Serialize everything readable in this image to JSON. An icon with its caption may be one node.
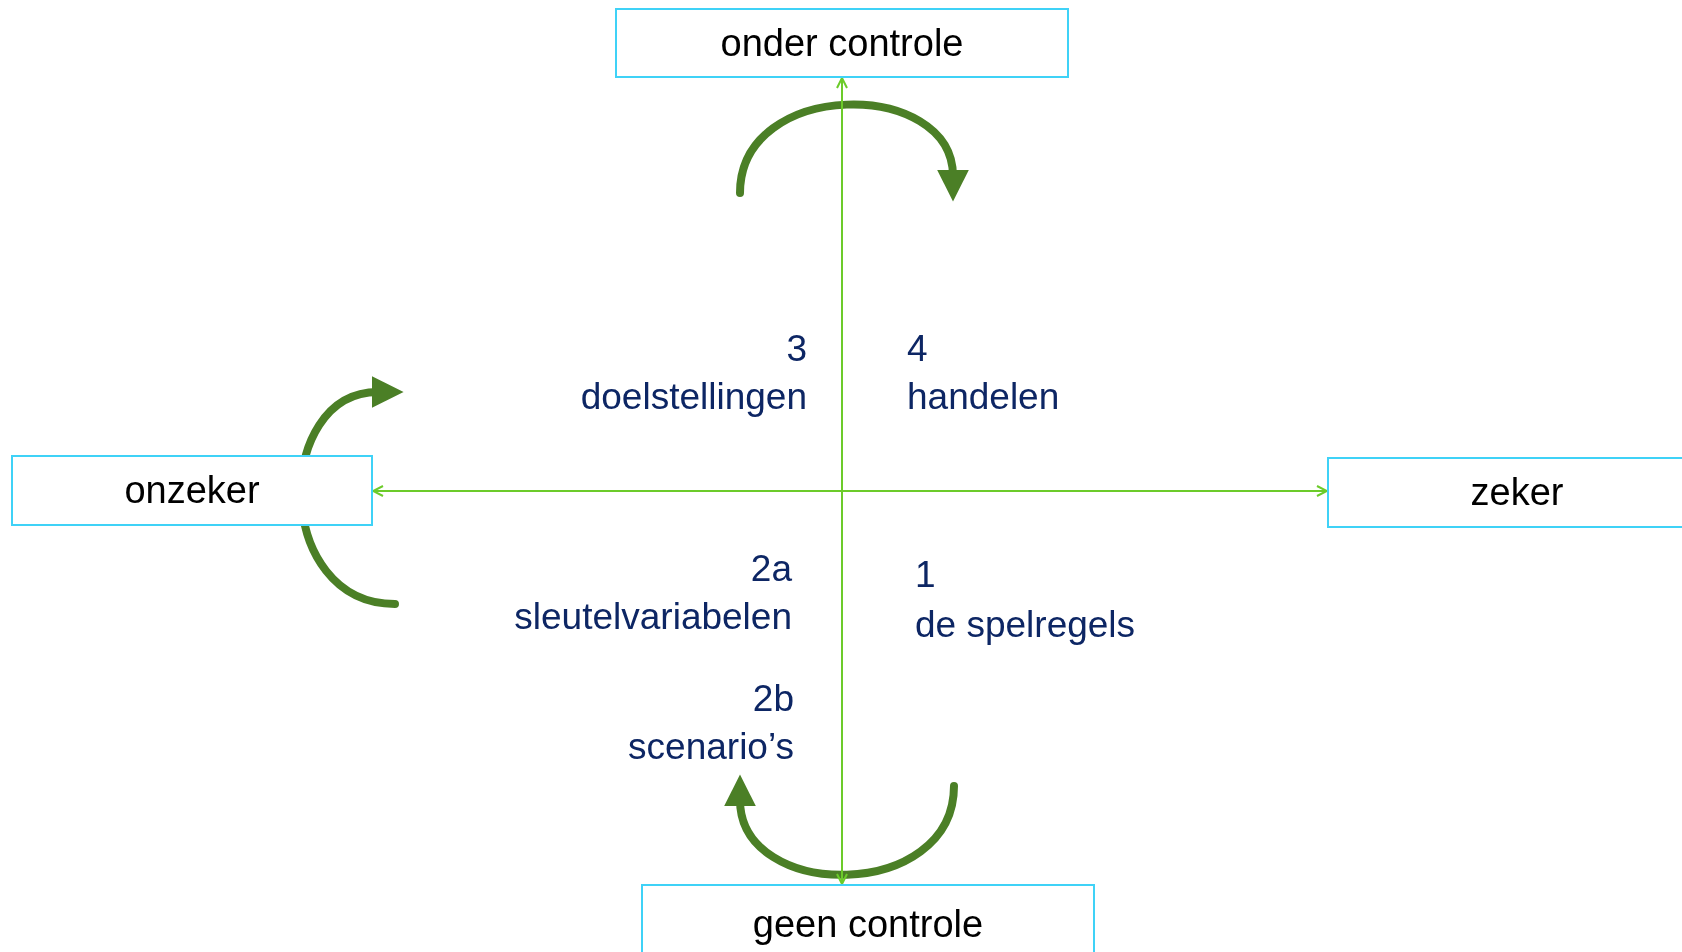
{
  "diagram": {
    "nodes": [
      {
        "text": [
          "onder controle"
        ]
      },
      {
        "text": [
          "onzeker"
        ]
      },
      {
        "text": [
          "zeker"
        ]
      },
      {
        "text": [
          "geen controle"
        ]
      }
    ],
    "edges": [
      {
        "from": 1,
        "to": 2,
        "arrow": "both"
      },
      {
        "from": 0,
        "to": 3,
        "arrow": "both"
      }
    ],
    "labels": [
      "3",
      "doelstellingen",
      "4",
      "handelen",
      "2a",
      "sleutelvariabelen",
      "1",
      "de spelregels",
      "2b",
      "scenario’s"
    ]
  }
}
